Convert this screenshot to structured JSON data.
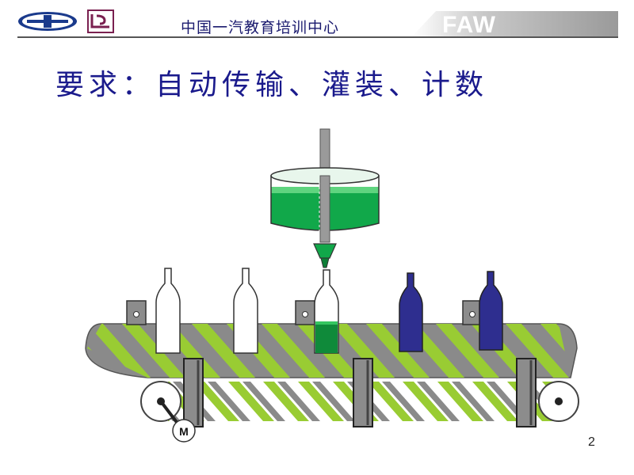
{
  "header": {
    "title": "中国一汽教育培训中心",
    "brand": "FAW"
  },
  "slide": {
    "heading": "要求：自动传输、灌装、计数",
    "page_number": "2"
  },
  "diagram": {
    "motor_label": "M",
    "colors": {
      "belt_stripe": "#99cc33",
      "belt_gray": "#8a8a8a",
      "liquid": "#119933",
      "filled_bottle": "#2e2e8f",
      "empty_bottle": "#ffffff",
      "heading": "#1a1a8c"
    },
    "bottles": [
      {
        "state": "empty"
      },
      {
        "state": "empty"
      },
      {
        "state": "filling"
      },
      {
        "state": "full"
      },
      {
        "state": "full"
      }
    ]
  }
}
